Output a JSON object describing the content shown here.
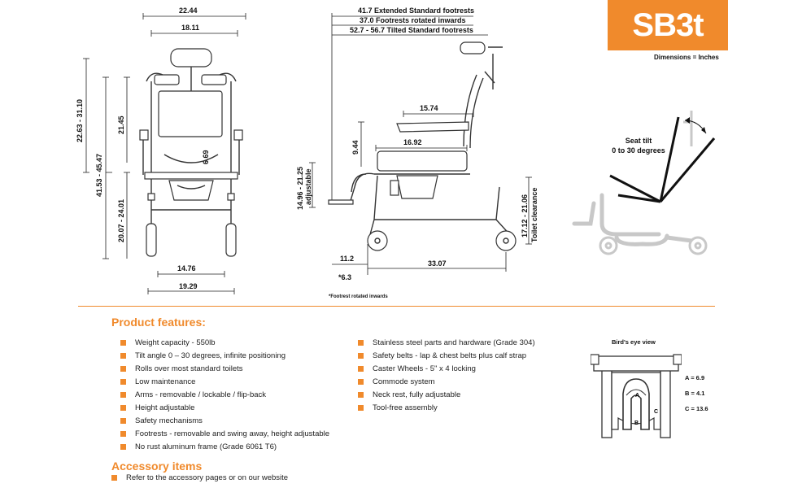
{
  "badge": {
    "model": "SB3t",
    "units_note": "Dimensions = Inches"
  },
  "front_view": {
    "overall_width": "22.44",
    "seat_width": "18.11",
    "back_height_range": "22.63 - 31.10",
    "total_height_range": "41.53 - 45.47",
    "seat_height_range": "20.07 - 24.01",
    "back_height": "21.45",
    "arm_height": "6.69",
    "inner_base_width": "14.76",
    "outer_base_width": "19.29"
  },
  "side_view": {
    "length_lines": [
      "41.7 Extended Standard footrests",
      "37.0 Footrests rotated inwards",
      "52.7 - 56.7 Tilted Standard footrests"
    ],
    "arm_length": "15.74",
    "seat_depth": "16.92",
    "arm_rest_height": "9.44",
    "footrest_adjust_range": "14.96 - 21.25",
    "footrest_adjust_label": "adjustable",
    "toilet_clearance_range": "17.12 - 21.06",
    "toilet_clearance_label": "Toilet clearance",
    "front_offset": "11.2",
    "front_offset_rotated": "*6.3",
    "wheelbase": "33.07",
    "footnote": "*Footrest rotated inwards"
  },
  "tilt_diagram": {
    "line1": "Seat tilt",
    "line2": "0 to 30 degrees"
  },
  "features": {
    "heading": "Product features:",
    "left": [
      "Weight capacity - 550lb",
      "Tilt angle 0 – 30 degrees, infinite positioning",
      "Rolls over most standard toilets",
      "Low maintenance",
      "Arms - removable / lockable / flip-back",
      "Height adjustable",
      "Safety mechanisms",
      "Footrests - removable and swing away, height adjustable",
      "No rust aluminum frame (Grade 6061 T6)"
    ],
    "right": [
      "Stainless steel parts and hardware (Grade 304)",
      "Safety belts - lap & chest belts plus calf strap",
      "Caster Wheels - 5\" x 4 locking",
      "Commode system",
      "Neck rest, fully adjustable",
      "Tool-free assembly"
    ]
  },
  "accessory": {
    "heading": "Accessory items",
    "items": [
      "Refer to the accessory pages or on our website"
    ]
  },
  "birds_eye": {
    "title": "Bird's eye view",
    "values": [
      "A = 6.9",
      "B = 4.1",
      "C = 13.6"
    ],
    "markers": [
      "A",
      "B",
      "C"
    ]
  },
  "colors": {
    "accent": "#f08a2c",
    "tilt_ghost": "#c8c8c8"
  }
}
